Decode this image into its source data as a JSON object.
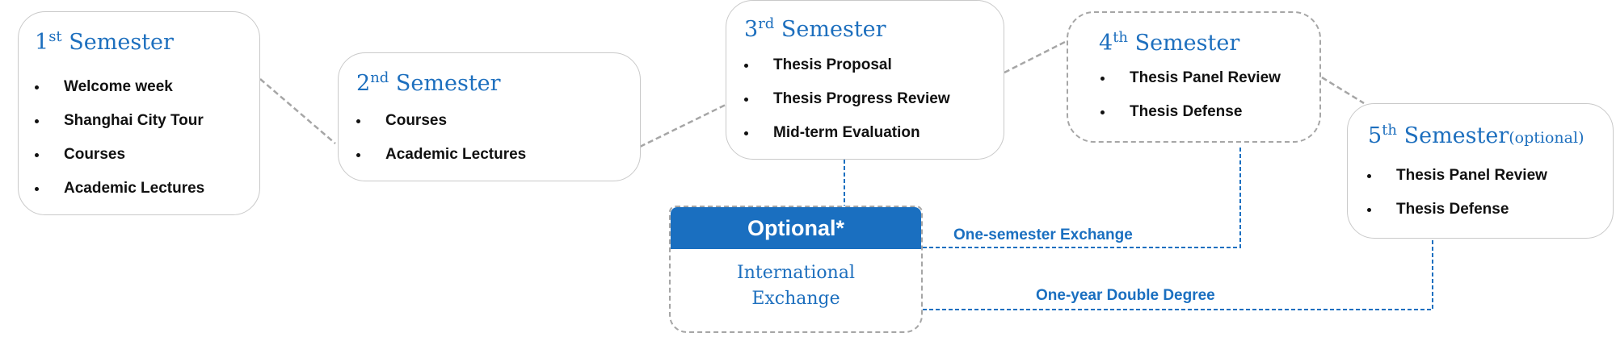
{
  "semesters": [
    {
      "num": "1",
      "suffix": "st",
      "word": "Semester",
      "note": "",
      "items": [
        "Welcome week",
        "Shanghai City Tour",
        "Courses",
        "Academic Lectures"
      ]
    },
    {
      "num": "2",
      "suffix": "nd",
      "word": "Semester",
      "note": "",
      "items": [
        "Courses",
        "Academic Lectures"
      ]
    },
    {
      "num": "3",
      "suffix": "rd",
      "word": "Semester",
      "note": "",
      "items": [
        "Thesis Proposal",
        "Thesis Progress Review",
        "Mid-term Evaluation"
      ]
    },
    {
      "num": "4",
      "suffix": "th",
      "word": "Semester",
      "note": "",
      "items": [
        "Thesis Panel Review",
        "Thesis Defense"
      ]
    },
    {
      "num": "5",
      "suffix": "th",
      "word": "Semester",
      "note": "(optional)",
      "items": [
        "Thesis Panel Review",
        "Thesis Defense"
      ]
    }
  ],
  "optional": {
    "header": "Optional*",
    "line1": "International",
    "line2": "Exchange"
  },
  "links": {
    "one_semester": "One-semester Exchange",
    "one_year": "One-year Double Degree"
  },
  "colors": {
    "accent": "#1a6fc0",
    "title_blue": "#1d6fbe",
    "connector_gray": "#a6a6a6",
    "box_border": "#c9c9c9"
  }
}
